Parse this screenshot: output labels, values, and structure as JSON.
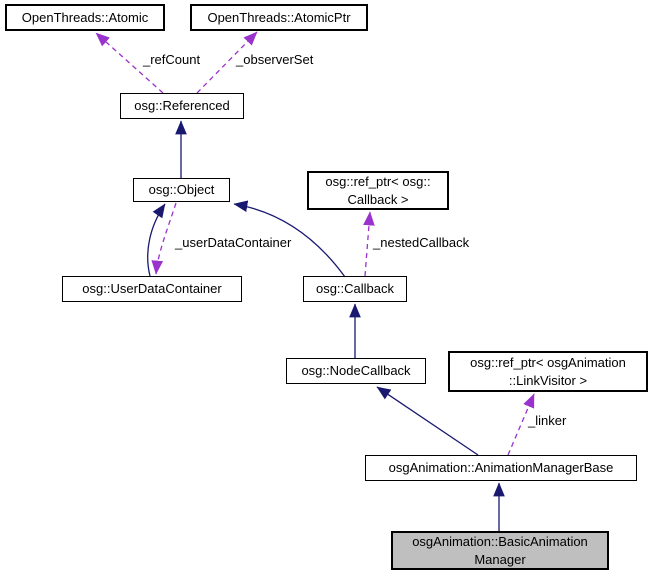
{
  "diagram": {
    "type": "class-collaboration-diagram",
    "nodes": {
      "atomic": {
        "label": "OpenThreads::Atomic"
      },
      "atomic_ptr": {
        "label": "OpenThreads::AtomicPtr"
      },
      "referenced": {
        "label": "osg::Referenced"
      },
      "object": {
        "label": "osg::Object"
      },
      "ref_ptr_callback": {
        "lines": [
          "osg::ref_ptr< osg::",
          "Callback >"
        ]
      },
      "user_data_container": {
        "label": "osg::UserDataContainer"
      },
      "callback": {
        "label": "osg::Callback"
      },
      "node_callback": {
        "label": "osg::NodeCallback"
      },
      "ref_ptr_link_visitor": {
        "lines": [
          "osg::ref_ptr< osgAnimation",
          "::LinkVisitor >"
        ]
      },
      "animation_manager_base": {
        "label": "osgAnimation::AnimationManagerBase"
      },
      "basic_animation_manager": {
        "lines": [
          "osgAnimation::BasicAnimation",
          "Manager"
        ]
      }
    },
    "edge_labels": {
      "ref_count": "_refCount",
      "observer_set": "_observerSet",
      "user_data_container": "_userDataContainer",
      "nested_callback": "_nestedCallback",
      "linker": "_linker"
    },
    "colors": {
      "inheritance_edge": "#191970",
      "usage_edge": "#9a32cd",
      "node_border": "#000000",
      "node_fill": "#ffffff",
      "highlight_fill": "#bfbfbf"
    }
  }
}
